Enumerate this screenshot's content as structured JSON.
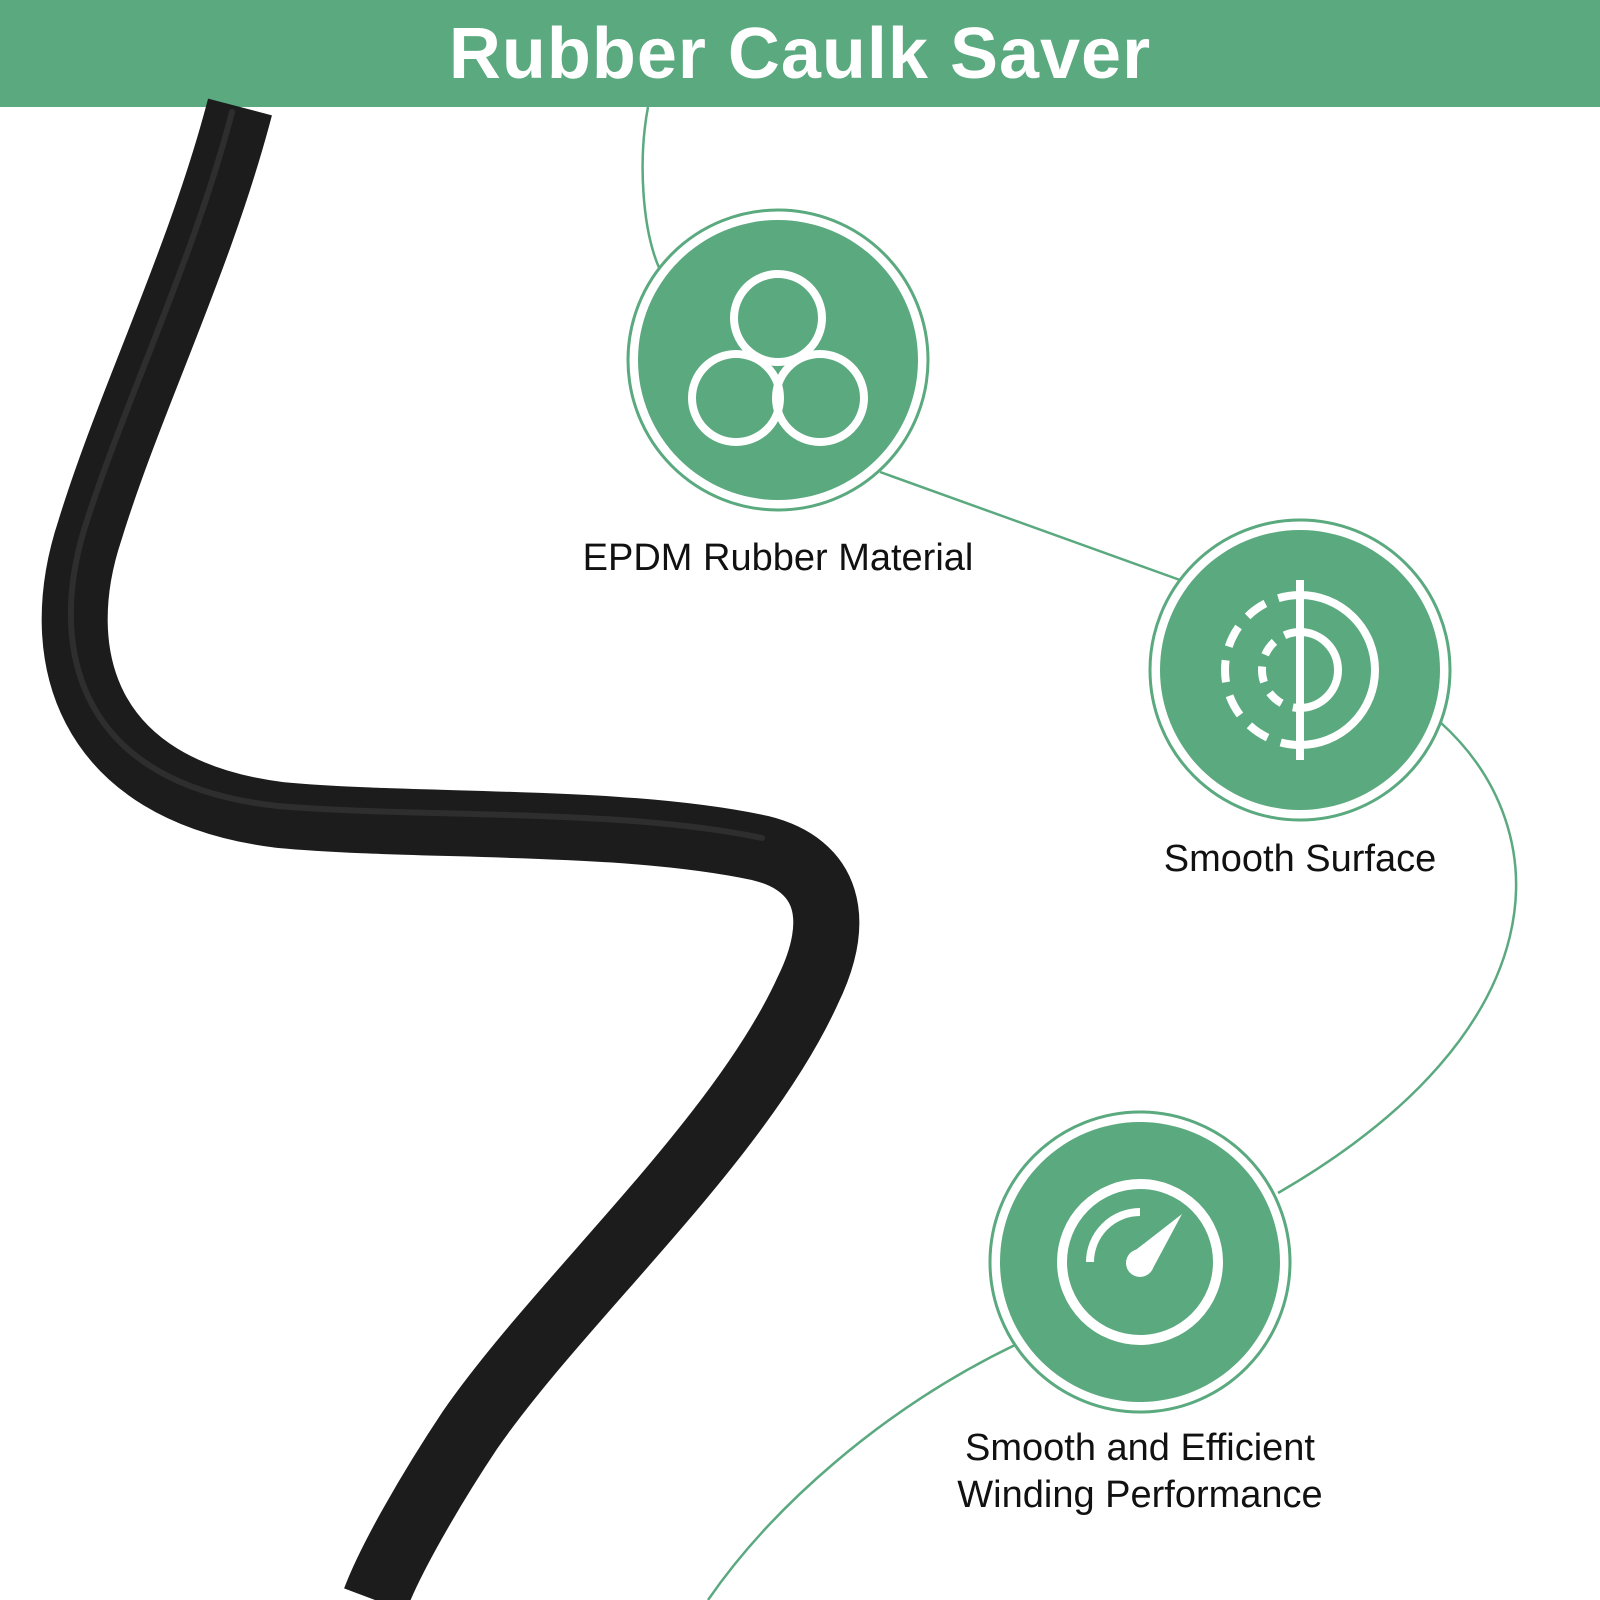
{
  "header": {
    "title": "Rubber Caulk Saver"
  },
  "colors": {
    "accent": "#5aa97f",
    "rope": "#1c1c1c",
    "text": "#111111"
  },
  "features": [
    {
      "icon": "three-circles-icon",
      "lines": [
        "EPDM Rubber Material"
      ]
    },
    {
      "icon": "dashed-half-circle-icon",
      "lines": [
        "Smooth Surface"
      ]
    },
    {
      "icon": "gauge-icon",
      "lines": [
        "Smooth and Efficient",
        "Winding Performance"
      ]
    }
  ]
}
